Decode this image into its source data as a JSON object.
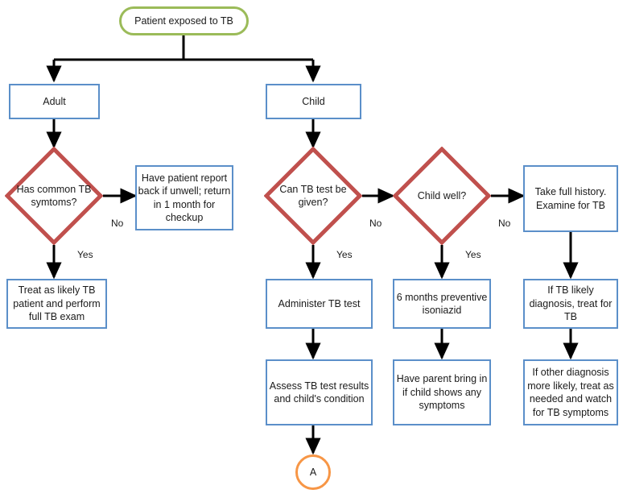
{
  "diagram": {
    "title": "TB exposure triage flowchart",
    "colors": {
      "process_border": "#5B8FC9",
      "decision_border": "#C0504D",
      "terminator_border": "#9BBB59",
      "connector_border": "#F79646",
      "line": "#000000",
      "text": "#1a1a1a",
      "background": "#ffffff"
    },
    "nodes": {
      "start": {
        "label": "Patient exposed to TB",
        "shape": "terminator"
      },
      "adult": {
        "label": "Adult",
        "shape": "process"
      },
      "child": {
        "label": "Child",
        "shape": "process"
      },
      "adult_symptoms": {
        "label": "Has common TB symtoms?",
        "shape": "decision"
      },
      "adult_report_back": {
        "label": "Have patient report back if unwell; return in 1 month for checkup",
        "shape": "process"
      },
      "adult_treat": {
        "label": "Treat as likely TB patient and perform full TB exam",
        "shape": "process"
      },
      "can_test": {
        "label": "Can TB test be given?",
        "shape": "decision"
      },
      "child_well": {
        "label": "Child well?",
        "shape": "decision"
      },
      "take_history": {
        "label": "Take full history. Examine for TB",
        "shape": "process"
      },
      "administer_test": {
        "label": "Administer TB test",
        "shape": "process"
      },
      "isoniazid": {
        "label": "6 months preventive isoniazid",
        "shape": "process"
      },
      "tb_likely": {
        "label": "If TB likely diagnosis, treat for TB",
        "shape": "process"
      },
      "assess": {
        "label": "Assess TB test results and child's condition",
        "shape": "process"
      },
      "parent_bring_in": {
        "label": "Have parent bring in if child shows any symptoms",
        "shape": "process"
      },
      "other_diagnosis": {
        "label": "If other diagnosis more likely, treat as needed and watch for TB symptoms",
        "shape": "process"
      },
      "connector_a": {
        "label": "A",
        "shape": "connector-circle"
      }
    },
    "edge_labels": {
      "adult_no": "No",
      "adult_yes": "Yes",
      "can_test_no": "No",
      "can_test_yes": "Yes",
      "child_well_no": "No",
      "child_well_yes": "Yes"
    }
  }
}
